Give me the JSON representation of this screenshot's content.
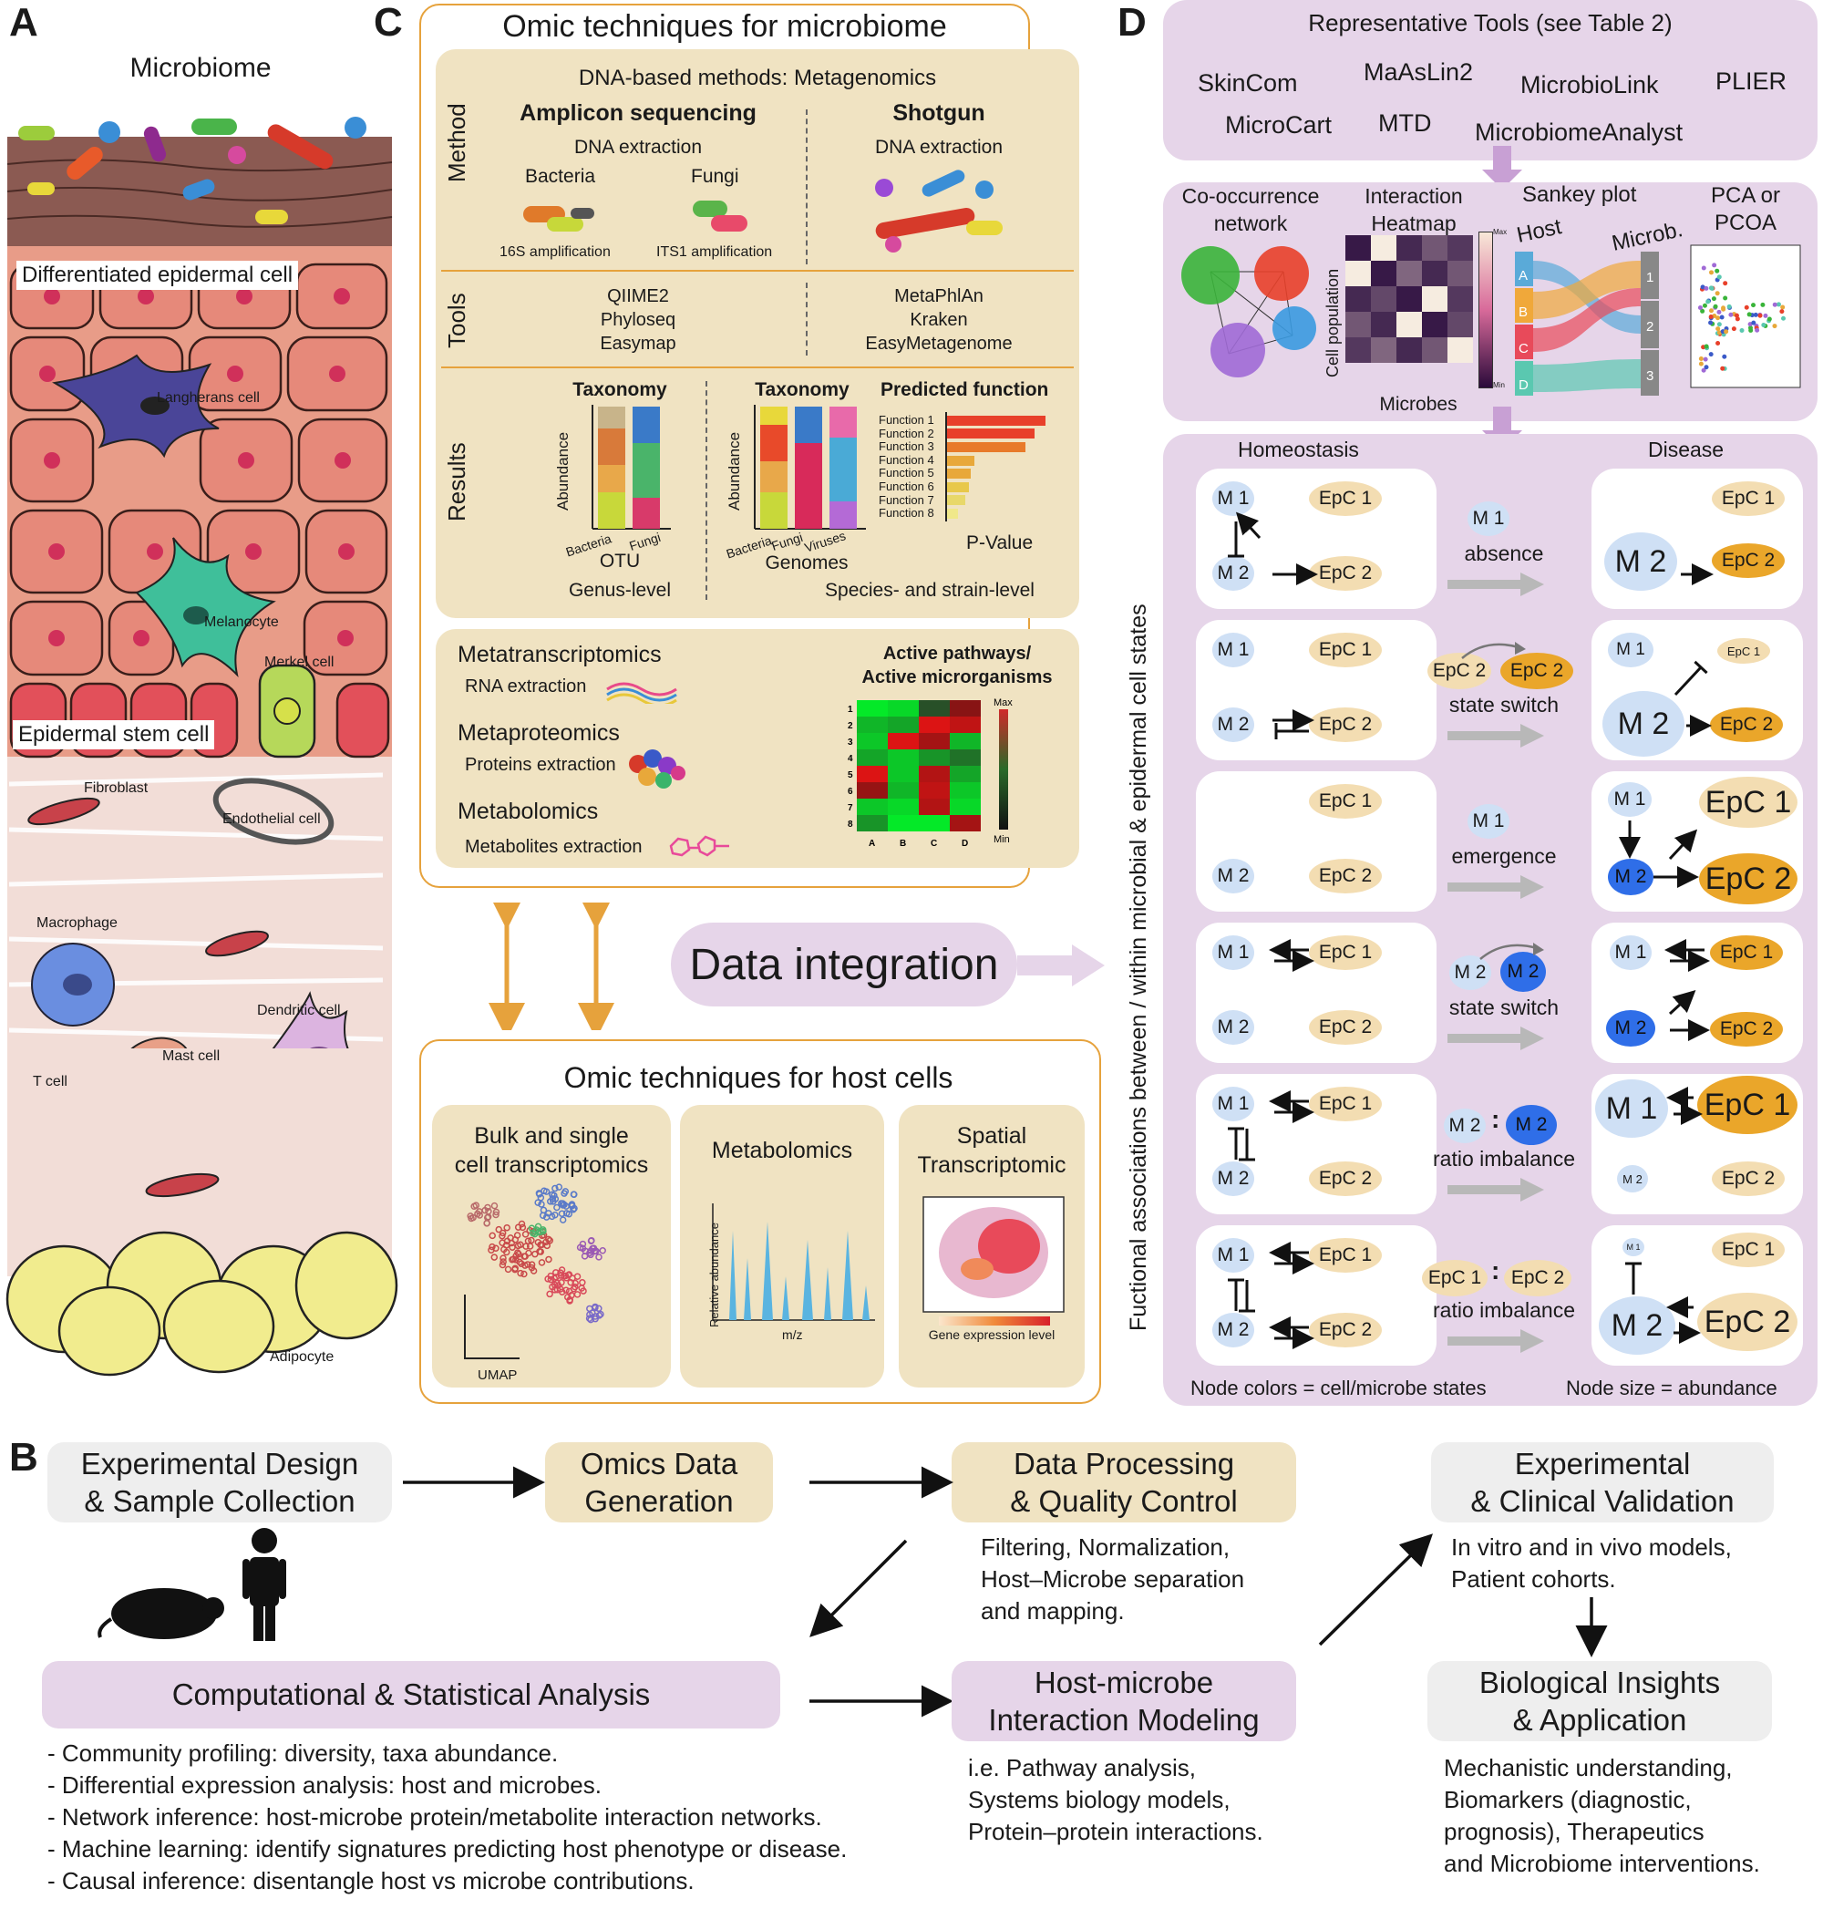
{
  "panels": {
    "a": "A",
    "b": "B",
    "c": "C",
    "d": "D"
  },
  "panel_a": {
    "title": "Microbiome",
    "labels": {
      "differentiated": "Differentiated epidermal cell",
      "langerhans": "Langherans cell",
      "melanocyte": "Melanocyte",
      "merkel": "Merkel cell",
      "stem": "Epidermal stem cell",
      "fibroblast": "Fibroblast",
      "endothelial": "Endothelial cell",
      "macrophage": "Macrophage",
      "dendritic": "Dendritic cell",
      "mast": "Mast cell",
      "tcell": "T cell",
      "adipocyte": "Adipocyte"
    }
  },
  "panel_c": {
    "title": "Omic techniques for microbiome",
    "dna_title": "DNA-based methods: Metagenomics",
    "row_labels": {
      "method": "Method",
      "tools": "Tools",
      "results": "Results"
    },
    "amplicon": {
      "title": "Amplicon sequencing",
      "extraction": "DNA extraction",
      "bacteria": "Bacteria",
      "fungi": "Fungi",
      "amp16s": "16S amplification",
      "its1": "ITS1 amplification",
      "tools": [
        "QIIME2",
        "Phyloseq",
        "Easymap"
      ],
      "taxonomy": "Taxonomy",
      "abundance": "Abundance",
      "xcats": [
        "Bacteria",
        "Fungi"
      ],
      "otu": "OTU",
      "level": "Genus-level"
    },
    "shotgun": {
      "title": "Shotgun",
      "extraction": "DNA extraction",
      "tools": [
        "MetaPhlAn",
        "Kraken",
        "EasyMetagenome"
      ],
      "taxonomy": "Taxonomy",
      "abundance": "Abundance",
      "xcats": [
        "Bacteria",
        "Fungi",
        "Viruses"
      ],
      "genomes": "Genomes",
      "predicted": "Predicted function",
      "functions": [
        "Function 1",
        "Function 2",
        "Function 3",
        "Function 4",
        "Function 5",
        "Function 6",
        "Function 7",
        "Function 8"
      ],
      "pvalue": "P-Value",
      "level": "Species- and strain-level"
    },
    "other": {
      "metatranscriptomics": "Metatranscriptomics",
      "rna": "RNA extraction",
      "metaproteomics": "Metaproteomics",
      "proteins": "Proteins extraction",
      "metabolomics": "Metabolomics",
      "metabolites": "Metabolites extraction",
      "heat_title1": "Active pathways/",
      "heat_title2": "Active microrganisms",
      "heat_rows": [
        "1",
        "2",
        "3",
        "4",
        "5",
        "6",
        "7",
        "8"
      ],
      "heat_cols": [
        "A",
        "B",
        "C",
        "D"
      ],
      "max": "Max",
      "min": "Min"
    }
  },
  "data_integration": "Data integration",
  "host": {
    "title": "Omic techniques for host cells",
    "bulk1": "Bulk and single",
    "bulk2": "cell transcriptomics",
    "umap": "UMAP",
    "metab": "Metabolomics",
    "rel": "Relative abundance",
    "mz": "m/z",
    "spatial1": "Spatial",
    "spatial2": "Transcriptomic",
    "gene": "Gene expression level"
  },
  "panel_d": {
    "tools_title": "Representative Tools (see Table 2)",
    "tools": [
      "SkinCom",
      "MaAsLin2",
      "MicrobioLink",
      "PLIER",
      "MicroCart",
      "MTD",
      "MicrobiomeAnalyst"
    ],
    "viz": {
      "cooc1": "Co-occurrence",
      "cooc2": "network",
      "heat1": "Interaction",
      "heat2": "Heatmap",
      "cellpop": "Cell population",
      "microbes": "Microbes",
      "max": "Max",
      "min": "Min",
      "sankey": "Sankey plot",
      "host": "Host",
      "microb": "Microb.",
      "sk_left": [
        "A",
        "B",
        "C",
        "D"
      ],
      "sk_right": [
        "1",
        "2",
        "3"
      ],
      "pca1": "PCA or",
      "pca2": "PCOA"
    },
    "homeostasis": "Homeostasis",
    "disease": "Disease",
    "side": "Fuctional associations between / within microbial & epidermal cell states",
    "m1": "M 1",
    "m2": "M 2",
    "epc1": "EpC 1",
    "epc2": "EpC 2",
    "transitions": [
      "absence",
      "state switch",
      "emergence",
      "state switch",
      "ratio imbalance",
      "ratio imbalance"
    ],
    "colon": ":",
    "footer_left": "Node colors = cell/microbe states",
    "footer_right": "Node size = abundance"
  },
  "panel_b": {
    "s1": [
      "Experimental Design",
      "& Sample Collection"
    ],
    "s2": [
      "Omics Data",
      "Generation"
    ],
    "s3": [
      "Data Processing",
      "& Quality Control"
    ],
    "s3_desc": [
      "Filtering, Normalization,",
      "Host–Microbe separation",
      "and mapping."
    ],
    "s4": [
      "Experimental",
      "& Clinical Validation"
    ],
    "s4_desc": [
      "In vitro and in vivo models,",
      "Patient cohorts."
    ],
    "s5": "Computational & Statistical Analysis",
    "s5_desc": [
      "- Community profiling: diversity, taxa abundance.",
      "- Differential expression analysis: host and microbes.",
      "- Network inference: host-microbe protein/metabolite interaction networks.",
      "- Machine learning: identify signatures predicting host phenotype or disease.",
      "- Causal inference: disentangle host vs microbe contributions."
    ],
    "s6": [
      "Host-microbe",
      "Interaction Modeling"
    ],
    "s6_desc": [
      "i.e. Pathway analysis,",
      "Systems biology models,",
      "Protein–protein interactions."
    ],
    "s7": [
      "Biological Insights",
      "& Application"
    ],
    "s7_desc": [
      "Mechanistic understanding,",
      "Biomarkers (diagnostic,",
      "prognosis), Therapeutics",
      "and Microbiome interventions."
    ]
  },
  "colors": {
    "tan": "#f0e3c2",
    "lilac": "#e6d5e9",
    "orange": "#e6a23c",
    "microbe_light": "#cfe0f5",
    "microbe_dark": "#2f6ee8",
    "epc_light": "#f3ddb2",
    "epc_dark": "#eaa62a",
    "gray_arrow": "#b8b8b8"
  }
}
